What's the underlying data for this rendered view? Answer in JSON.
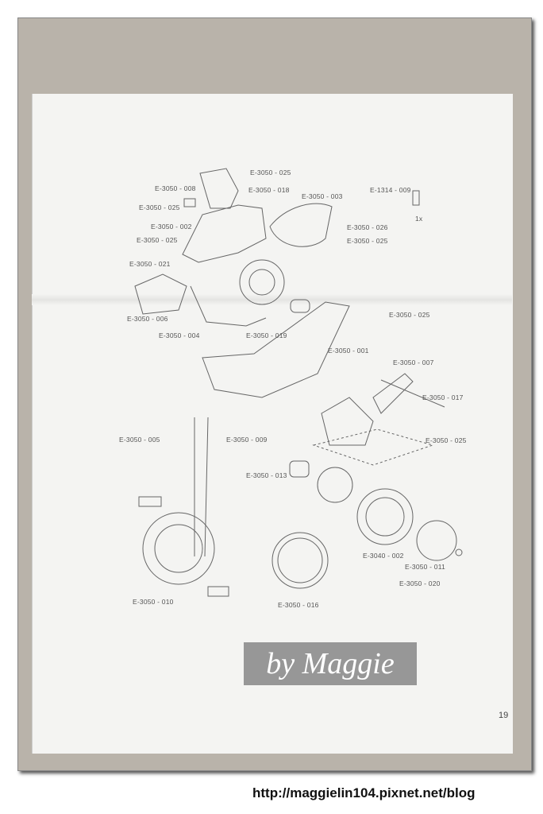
{
  "labels": [
    "E-3050 - 025",
    "E-3050 - 008",
    "E-3050 - 018",
    "E-3050 - 025",
    "E-3050 - 003",
    "E-1314 - 009",
    "E-3050 - 002",
    "E-3050 - 026",
    "E-3050 - 025",
    "E-3050 - 025",
    "E-3050 - 021",
    "E-3050 - 006",
    "E-3050 - 025",
    "E-3050 - 004",
    "E-3050 - 019",
    "E-3050 - 001",
    "E-3050 - 007",
    "E-3050 - 017",
    "E-3050 - 005",
    "E-3050 - 009",
    "E-3050 - 025",
    "E-3050 - 013",
    "E-3040 - 002",
    "E-3050 - 011",
    "E-3050 - 020",
    "E-3050 - 010",
    "E-3050 - 016"
  ],
  "quantity": "1x",
  "page_number": "19",
  "watermark": "by Maggie",
  "url": "http://maggielin104.pixnet.net/blog"
}
